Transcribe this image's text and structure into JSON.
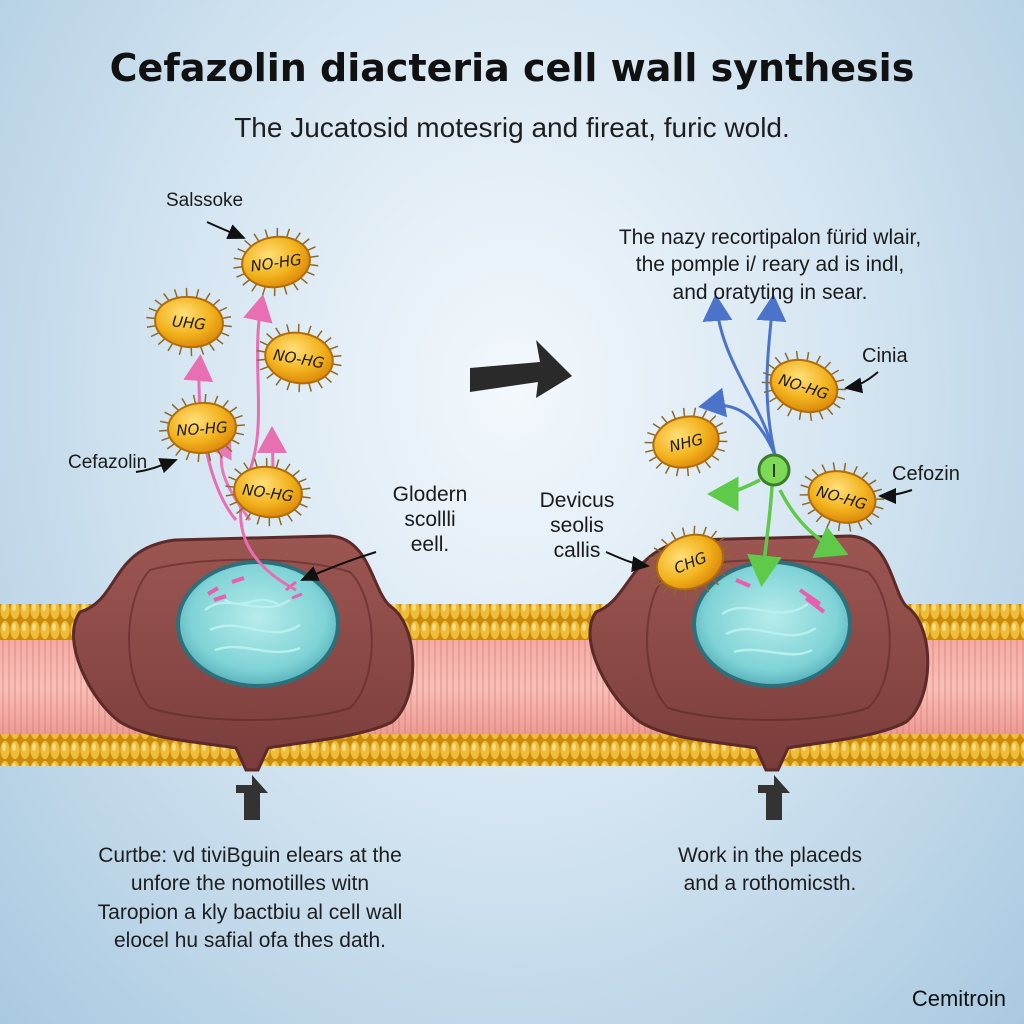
{
  "title": "Cefazolin diacteria cell wall synthesis",
  "subtitle": "The Jucatosid motesrig and fireat, furic wold.",
  "left_panel": {
    "label_top": "Salssoke",
    "label_left": "Cefazolin",
    "label_center": [
      "Glodern",
      "scollli",
      "eell."
    ],
    "caption": [
      "Curtbe: vd tiviBguin elears at the",
      "unfore the nomotilles witn",
      "Taropion a kly bactbiu al cell wall",
      "elocel hu safial ofa thes dath."
    ],
    "molecules": [
      "NO-HG",
      "UHG",
      "NO-HG",
      "NO-HG",
      "NO-HG"
    ]
  },
  "right_panel": {
    "label_top": [
      "The nazy recortipalon fürid wlair,",
      "the pomple i/ reary ad is indl,",
      "and oratyting in sear."
    ],
    "label_cinia": "Cinia",
    "label_cefozin": "Cefozin",
    "label_left": [
      "Devicus",
      "seolis",
      "callis"
    ],
    "caption": [
      "Work in the placeds",
      "and a rothomicsth."
    ],
    "molecules": [
      "NO-HG",
      "NHG",
      "NO-HG",
      "CHG"
    ],
    "center_node": "I"
  },
  "watermark": "Cemitroin",
  "colors": {
    "molecule_fill": "#f2b21c",
    "cell_wall": "#8a4a48",
    "nucleus": "#7fd3d6",
    "membrane_gold": "#d9a21b",
    "membrane_pink": "#e88f8c",
    "pink_arrow": "#e86fb2",
    "blue_arrow": "#4a73c9",
    "green_arrow": "#5fc94a"
  }
}
